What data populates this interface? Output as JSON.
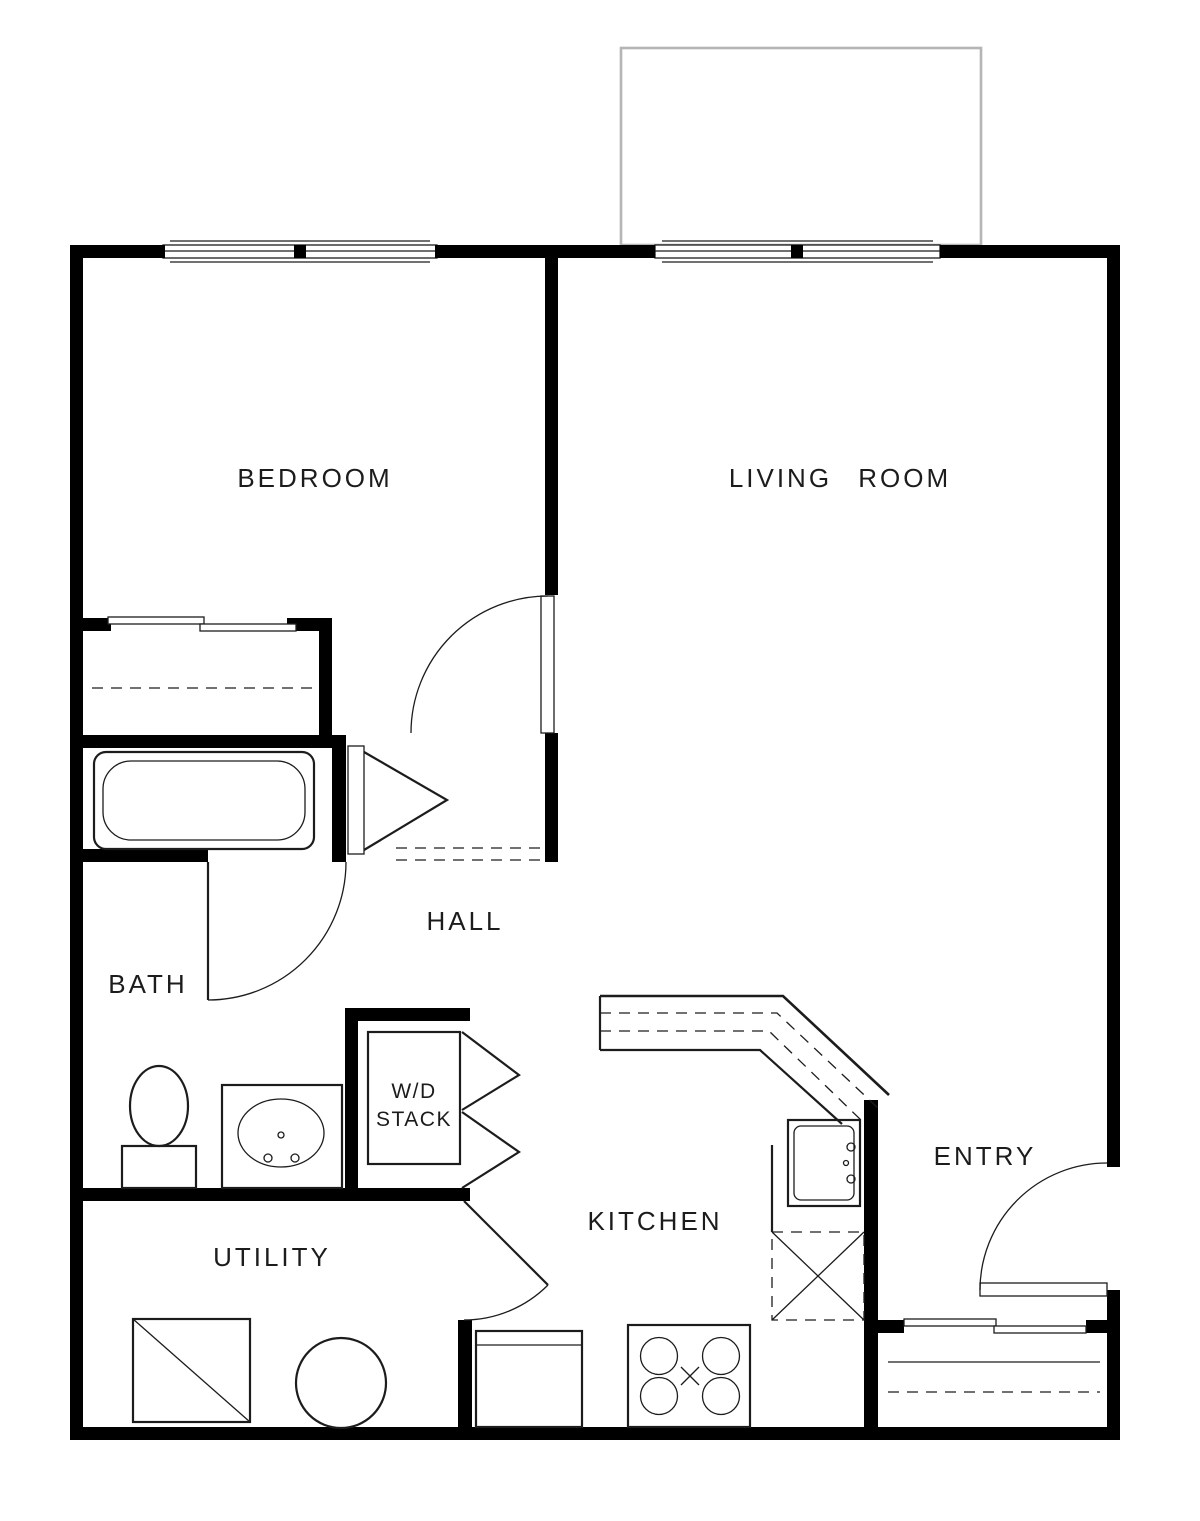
{
  "plan": {
    "labels": {
      "bedroom": "BEDROOM",
      "living_room": "LIVING ROOM",
      "hall": "HALL",
      "bath": "BATH",
      "wd_line1": "W/D",
      "wd_line2": "STACK",
      "kitchen": "KITCHEN",
      "entry": "ENTRY",
      "utility": "UTILITY"
    },
    "colors": {
      "wall": "#000000",
      "line": "#1c1c1c",
      "balcony": "#b5b5b5",
      "background": "#ffffff"
    }
  }
}
